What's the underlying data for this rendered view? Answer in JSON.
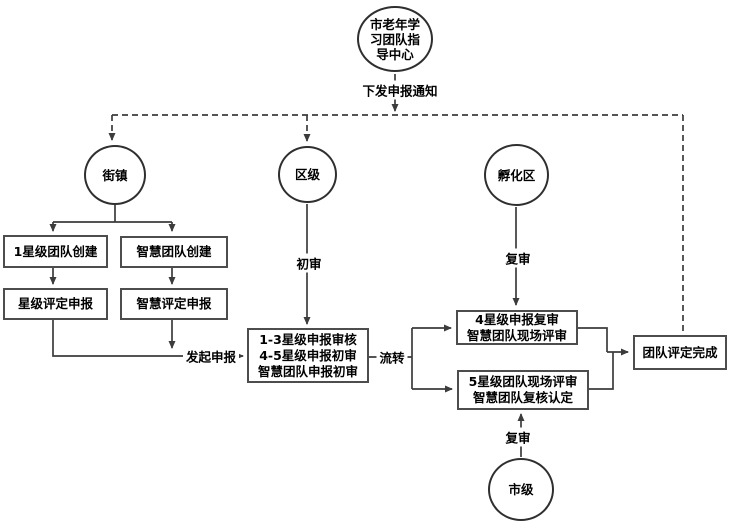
{
  "diagram": {
    "nodes": {
      "center_hub": {
        "label": "市老年学\n习团队指\n导中心"
      },
      "street_town": {
        "label": "街镇"
      },
      "district": {
        "label": "区级"
      },
      "incubation_zone": {
        "label": "孵化区"
      },
      "city": {
        "label": "市级"
      },
      "star1_create": {
        "label": "1星级团队创建"
      },
      "smart_create": {
        "label": "智慧团队创建"
      },
      "star_apply": {
        "label": "星级评定申报"
      },
      "smart_apply": {
        "label": "智慧评定申报"
      },
      "district_review": {
        "label": "1-3星级申报审核\n4-5星级申报初审\n智慧团队申报初审"
      },
      "incubate_review": {
        "label": "4星级申报复审\n智慧团队现场评审"
      },
      "city_review": {
        "label": "5星级团队现场评审\n智慧团队复核认定"
      },
      "complete": {
        "label": "团队评定完成"
      }
    },
    "edge_labels": {
      "issue_notice": "下发申报通知",
      "initial_review": "初审",
      "re_review_top": "复审",
      "re_review_bottom": "复审",
      "initiate_apply": "发起申报",
      "transfer": "流转"
    },
    "colors": {
      "line": "#3c3c3c",
      "box_border": "#4d4d4d",
      "circle_border": "#2f2f2f",
      "text": "#000000",
      "background": "#ffffff"
    }
  }
}
